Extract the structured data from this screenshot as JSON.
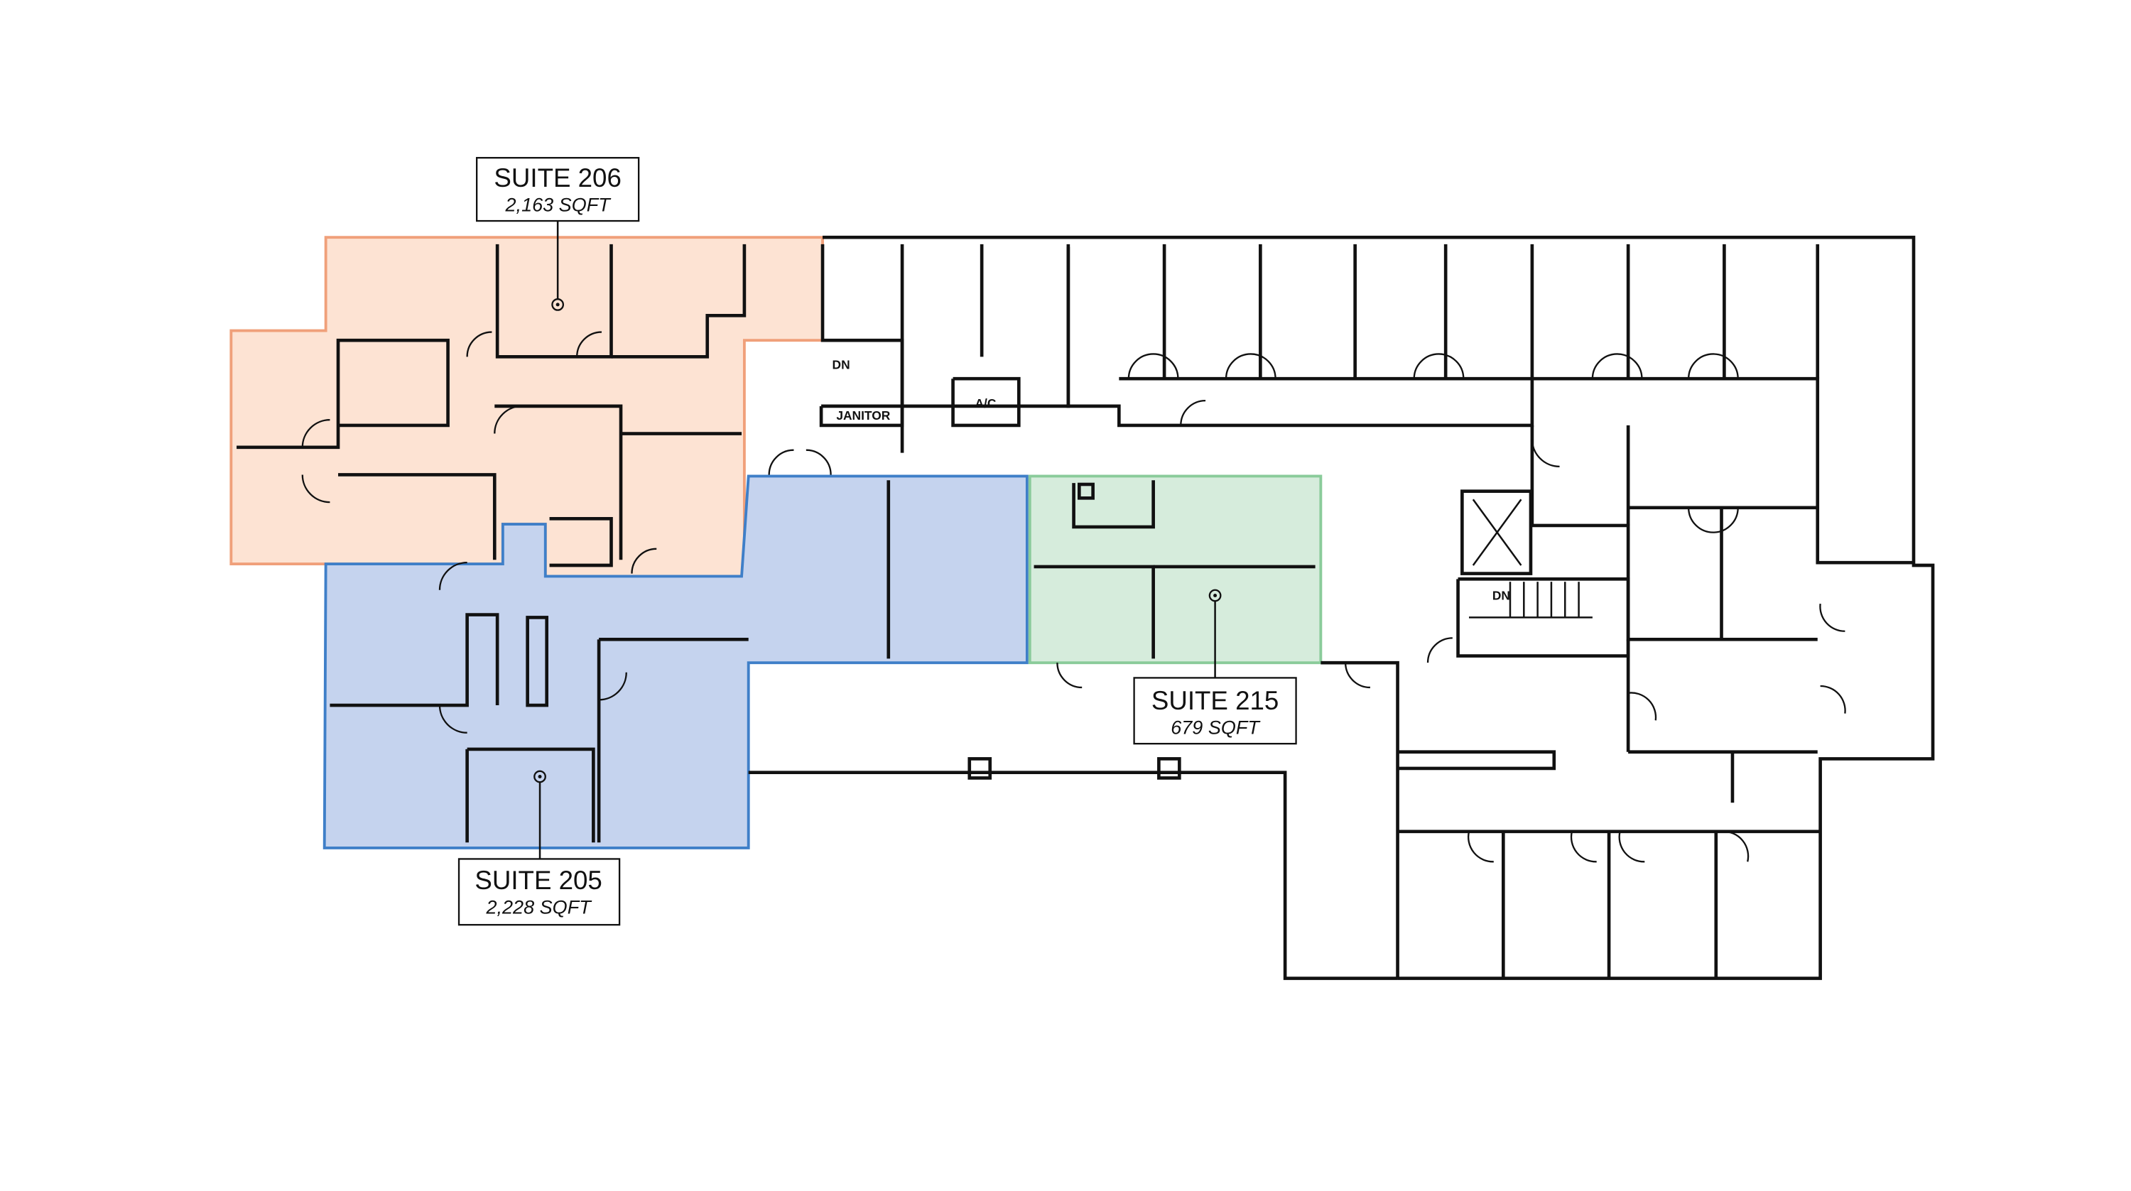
{
  "suites": [
    {
      "name": "SUITE 206",
      "area": "2,163 SQFT",
      "fill": "#fde3d3",
      "stroke": "#f0a07a"
    },
    {
      "name": "SUITE 205",
      "area": "2,228 SQFT",
      "fill": "#c5d3ee",
      "stroke": "#3f7fc8"
    },
    {
      "name": "SUITE 215",
      "area": "679 SQFT",
      "fill": "#d6ecdc",
      "stroke": "#8acb9a"
    }
  ],
  "room_labels": {
    "stair_west_dn": "DN",
    "janitor": "JANITOR",
    "ac": "A/C",
    "stair_east_dn": "DN"
  }
}
